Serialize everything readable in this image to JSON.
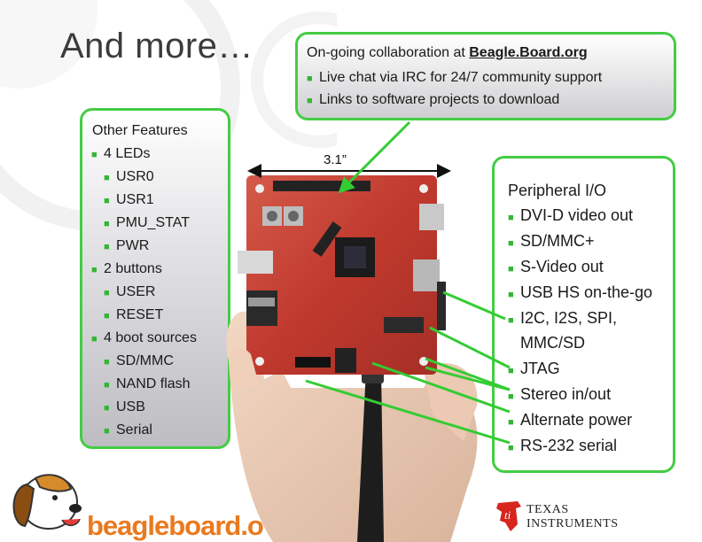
{
  "title": "And more…",
  "collab": {
    "heading": "On-going collaboration at ",
    "link": "Beagle.Board.org",
    "items": [
      "Live chat via IRC for 24/7 community support",
      "Links to software projects to download"
    ]
  },
  "features": {
    "heading": "Other Features",
    "lines": [
      {
        "text": "4 LEDs",
        "level": 1
      },
      {
        "text": "USR0",
        "level": 2
      },
      {
        "text": "USR1",
        "level": 2
      },
      {
        "text": "PMU_STAT",
        "level": 2
      },
      {
        "text": "PWR",
        "level": 2
      },
      {
        "text": "2 buttons",
        "level": 1
      },
      {
        "text": "USER",
        "level": 2
      },
      {
        "text": "RESET",
        "level": 2
      },
      {
        "text": "4 boot sources",
        "level": 1
      },
      {
        "text": "SD/MMC",
        "level": 2
      },
      {
        "text": "NAND flash",
        "level": 2
      },
      {
        "text": "USB",
        "level": 2
      },
      {
        "text": "Serial",
        "level": 2
      }
    ]
  },
  "peripheral": {
    "heading": "Peripheral I/O",
    "items": [
      "DVI-D video out",
      "SD/MMC+",
      "S-Video out",
      "USB HS on-the-go",
      "I2C, I2S, SPI,",
      "MMC/SD",
      "JTAG",
      "Stereo in/out",
      "Alternate power",
      "RS-232 serial"
    ]
  },
  "dimension": "3.1”",
  "logos": {
    "beagleboard": "beagleboard.o",
    "ti_line1": "TEXAS",
    "ti_line2": "INSTRUMENTS"
  },
  "colors": {
    "accent": "#44cc44",
    "bullet": "#35b535",
    "board": "#c8463a",
    "brand_orange": "#ea7a1e"
  }
}
